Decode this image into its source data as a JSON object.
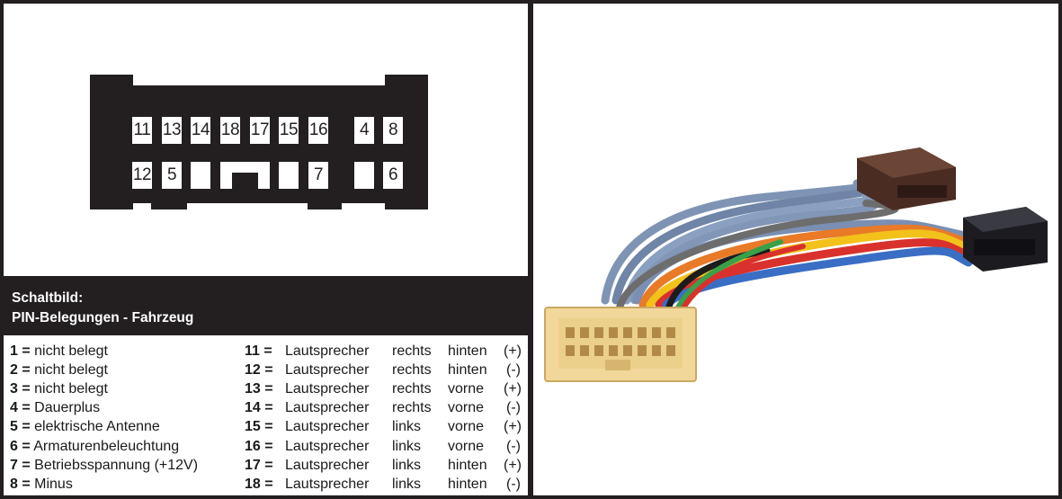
{
  "header": {
    "title": "Schaltbild:",
    "subtitle": "PIN-Belegungen - Fahrzeug"
  },
  "connector": {
    "top_row_pins": [
      "11",
      "13",
      "14",
      "18",
      "17",
      "15",
      "16",
      "",
      "4",
      "8"
    ],
    "bottom_row_pins": [
      "12",
      "5",
      "",
      "",
      "",
      "",
      "7",
      "",
      "",
      "6"
    ]
  },
  "pins_left": [
    {
      "num": "1 =",
      "desc": "nicht belegt"
    },
    {
      "num": "2 =",
      "desc": "nicht belegt"
    },
    {
      "num": "3 =",
      "desc": "nicht belegt"
    },
    {
      "num": "4 =",
      "desc": "Dauerplus"
    },
    {
      "num": "5 =",
      "desc": "elektrische Antenne"
    },
    {
      "num": "6 =",
      "desc": "Armaturenbeleuchtung"
    },
    {
      "num": "7 =",
      "desc": "Betriebsspannung (+12V)"
    },
    {
      "num": "8 =",
      "desc": "Minus"
    }
  ],
  "pins_right": [
    {
      "num": "11 =",
      "type": "Lautsprecher",
      "side": "rechts",
      "pos": "hinten",
      "pol": "(+)"
    },
    {
      "num": "12 =",
      "type": "Lautsprecher",
      "side": "rechts",
      "pos": "hinten",
      "pol": "(-)"
    },
    {
      "num": "13 =",
      "type": "Lautsprecher",
      "side": "rechts",
      "pos": "vorne",
      "pol": "(+)"
    },
    {
      "num": "14 =",
      "type": "Lautsprecher",
      "side": "rechts",
      "pos": "vorne",
      "pol": "(-)"
    },
    {
      "num": "15 =",
      "type": "Lautsprecher",
      "side": "links",
      "pos": "vorne",
      "pol": "(+)"
    },
    {
      "num": "16 =",
      "type": "Lautsprecher",
      "side": "links",
      "pos": "vorne",
      "pol": "(-)"
    },
    {
      "num": "17 =",
      "type": "Lautsprecher",
      "side": "links",
      "pos": "hinten",
      "pol": "(+)"
    },
    {
      "num": "18 =",
      "type": "Lautsprecher",
      "side": "links",
      "pos": "hinten",
      "pol": "(-)"
    }
  ],
  "colors": {
    "frame": "#231f20",
    "connector_housing": "#231f20",
    "connector_plug": "#f2d79a",
    "iso_power_plug": "#4a2c22",
    "iso_speaker_plug": "#1c1c20"
  }
}
